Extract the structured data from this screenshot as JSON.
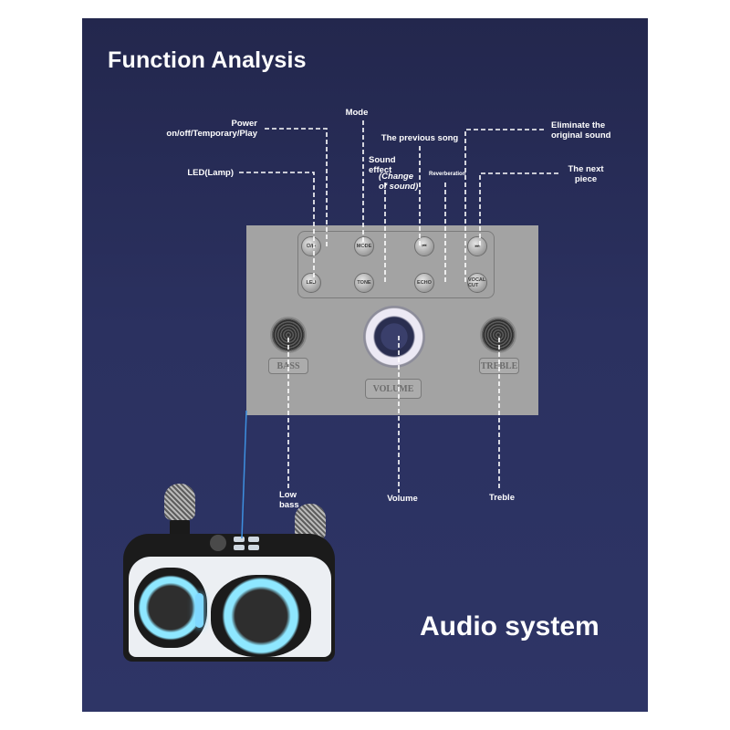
{
  "heading": "Function Analysis",
  "brand_text": "Audio system",
  "callouts": {
    "power": "Power\non/off/Temporary/Play",
    "mode": "Mode",
    "led": "LED(Lamp)",
    "prev_song": "The previous song",
    "sound_effect": "Sound\neffect",
    "change_of_sound": "(Change\nof sound)",
    "reverberation": "Reverberation",
    "eliminate": "Eliminate the\noriginal sound",
    "next_piece": "The next\npiece",
    "low_bass": "Low\nbass",
    "volume": "Volume",
    "treble": "Treble"
  },
  "panel": {
    "buttons_top": [
      "⏻/▶",
      "MODE",
      "⏮",
      "⏭"
    ],
    "buttons_bottom": [
      "LED",
      "TONE",
      "ECHO",
      "VOCAL CUT"
    ],
    "knob_bass_label": "BASS",
    "knob_treble_label": "TREBLE",
    "volume_label": "VOLUME"
  },
  "colors": {
    "background": "#2b3160",
    "panel": "#a3a3a3",
    "callout_line": "#ffffff",
    "accent_light": "#7fd8ff"
  }
}
